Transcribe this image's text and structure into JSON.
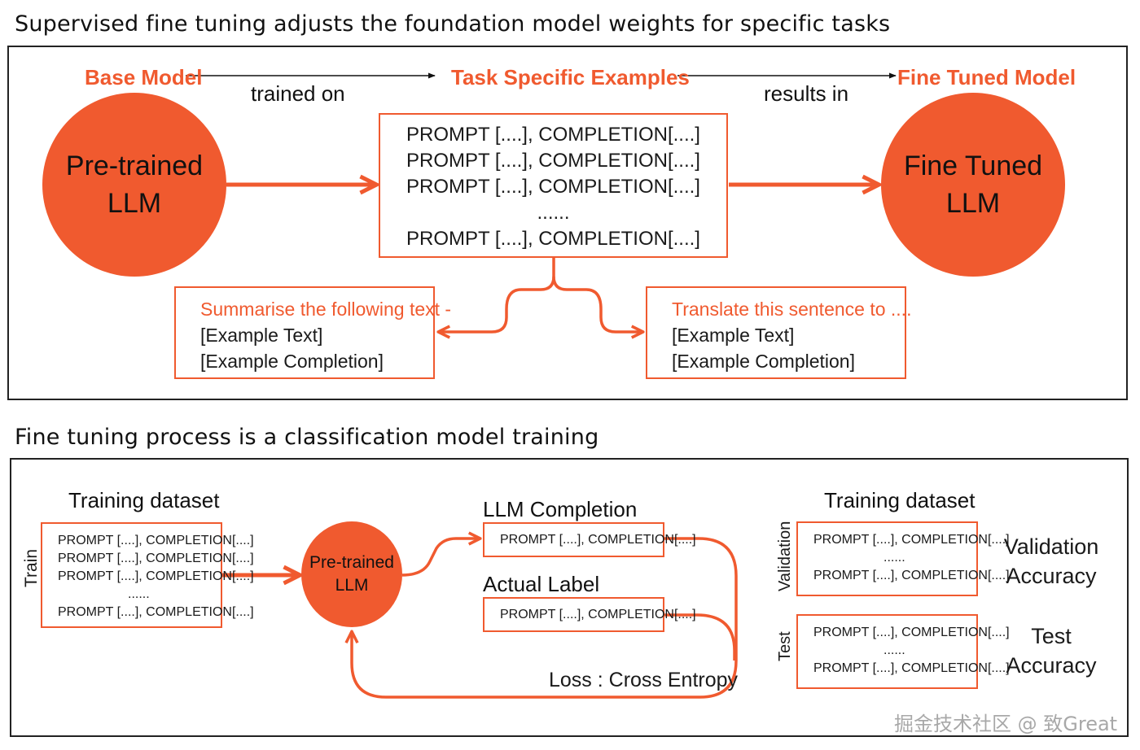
{
  "section1": {
    "heading": "Supervised fine tuning adjusts the foundation model weights for specific tasks",
    "base_model_label": "Base Model",
    "trained_on_label": "trained on",
    "task_examples_label": "Task Specific Examples",
    "results_in_label": "results in",
    "fine_tuned_label": "Fine Tuned Model",
    "pretrained_circle": [
      "Pre-trained",
      "LLM"
    ],
    "finetuned_circle": [
      "Fine Tuned",
      "LLM"
    ],
    "examples": [
      "PROMPT [....], COMPLETION[....]",
      "PROMPT [....], COMPLETION[....]",
      "PROMPT [....], COMPLETION[....]",
      "......",
      "PROMPT [....], COMPLETION[....]"
    ],
    "summarise_box": {
      "title": "Summarise the following text -",
      "line1": "[Example Text]",
      "line2": "[Example Completion]"
    },
    "translate_box": {
      "title": "Translate this sentence to ....",
      "line1": "[Example Text]",
      "line2": "[Example Completion]"
    }
  },
  "section2": {
    "heading": "Fine tuning process is a classification model training",
    "training_dataset_label": "Training dataset",
    "train_label": "Train",
    "train_examples": [
      "PROMPT [....], COMPLETION[....]",
      "PROMPT [....], COMPLETION[....]",
      "PROMPT [....], COMPLETION[....]",
      "......",
      "PROMPT [....], COMPLETION[....]"
    ],
    "pretrained_circle": [
      "Pre-trained",
      "LLM"
    ],
    "llm_completion_label": "LLM Completion",
    "llm_completion_box": "PROMPT [....], COMPLETION[....]",
    "actual_label_label": "Actual Label",
    "actual_label_box": "PROMPT [....], COMPLETION[....]",
    "loss_label": "Loss : Cross Entropy",
    "right_dataset_label": "Training dataset",
    "validation_label": "Validation",
    "validation_examples": [
      "PROMPT [....], COMPLETION[....]",
      "......",
      "PROMPT [....], COMPLETION[....]"
    ],
    "validation_accuracy": [
      "Validation",
      "Accuracy"
    ],
    "test_label": "Test",
    "test_examples": [
      "PROMPT [....], COMPLETION[....]",
      "......",
      "PROMPT [....], COMPLETION[....]"
    ],
    "test_accuracy": [
      "Test",
      "Accuracy"
    ]
  },
  "watermark": "掘金技术社区 @ 致Great",
  "colors": {
    "accent": "#f05a2f",
    "border": "#222222",
    "text": "#111111"
  }
}
